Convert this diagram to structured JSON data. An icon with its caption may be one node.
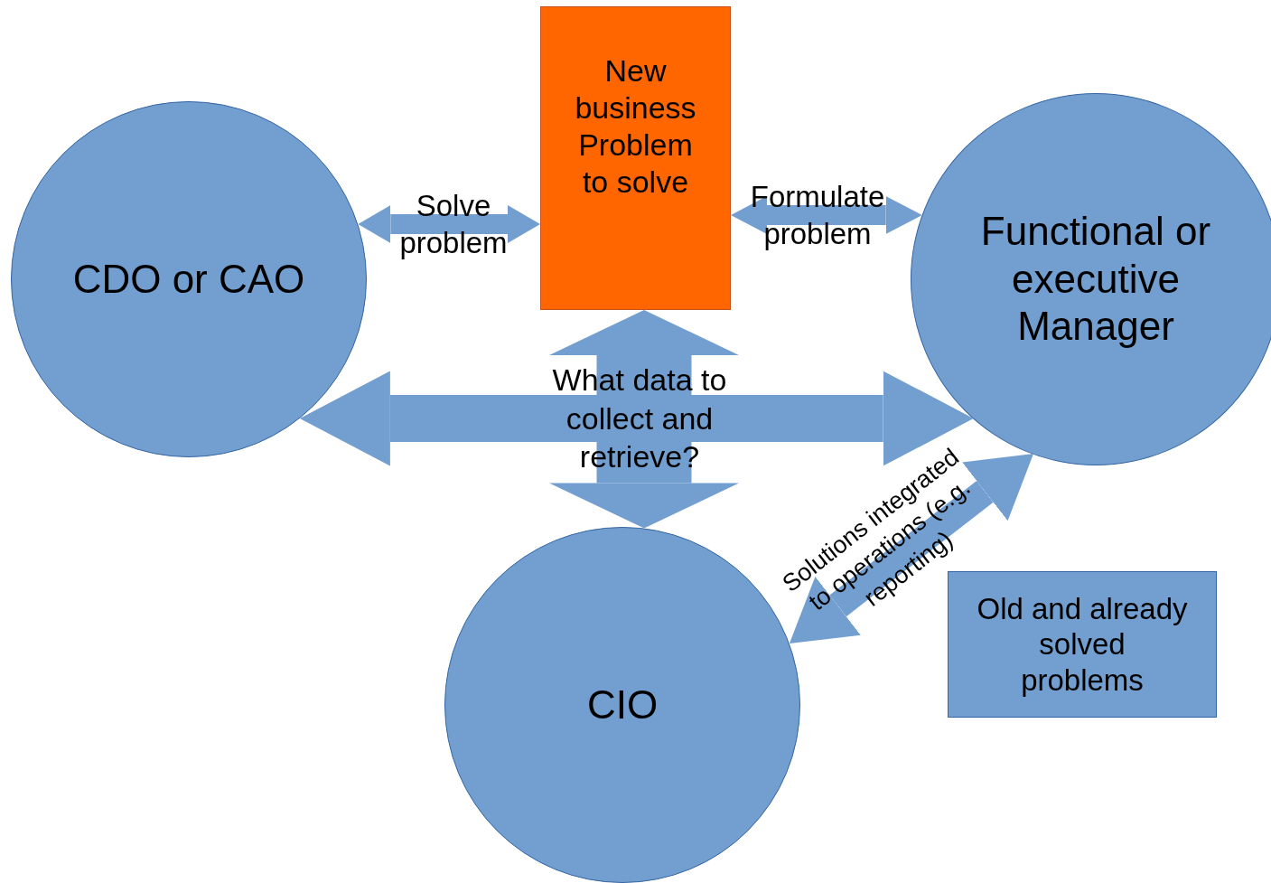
{
  "diagram": {
    "nodes": [
      {
        "text": [
          "CDO or CAO"
        ]
      },
      {
        "text": [
          "New business Problem to solve"
        ]
      },
      {
        "text": [
          "Functional or executive Manager"
        ]
      },
      {
        "text": [
          "CIO"
        ]
      },
      {
        "text": [
          "Old and already solved problems"
        ]
      }
    ],
    "edges": [
      {
        "from": 0,
        "to": 1,
        "arrow": "both",
        "label": "Solve problem"
      },
      {
        "from": 1,
        "to": 2,
        "arrow": "both",
        "label": "Formulate problem"
      },
      {
        "from": 1,
        "to": 3,
        "arrow": "both",
        "label": "What data to collect and retrieve?",
        "style": "thick"
      },
      {
        "from": 0,
        "to": 2,
        "arrow": "both"
      },
      {
        "from": 3,
        "to": 2,
        "arrow": "both",
        "label": "Solutions integrated to operations (e.g. reporting)"
      }
    ]
  }
}
